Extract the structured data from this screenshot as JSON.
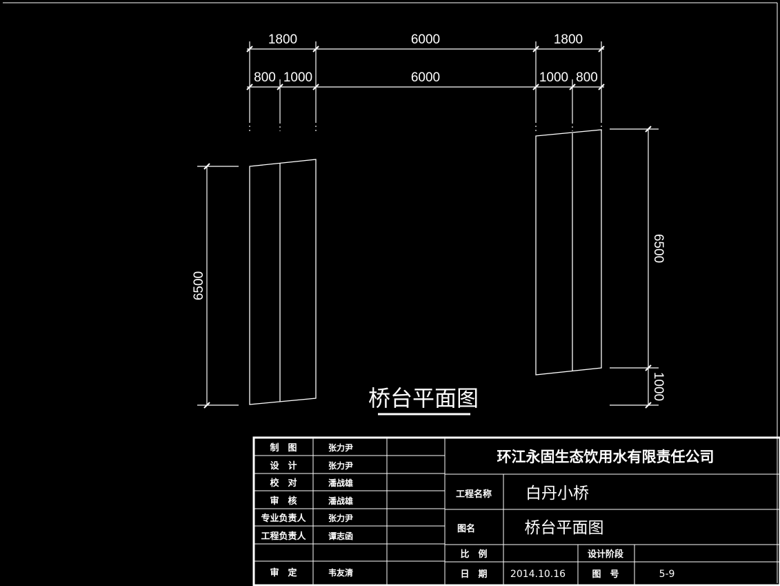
{
  "plan": {
    "top_dims": [
      "1800",
      "6000",
      "1800"
    ],
    "sub_dims": [
      "800",
      "1000",
      "6000",
      "1000",
      "800"
    ],
    "left_height": "6500",
    "right_height": "6500",
    "right_bottom": "1000",
    "title": "桥台平面图"
  },
  "title_block": {
    "rows": [
      {
        "role": "制　图",
        "name": "张力尹"
      },
      {
        "role": "设　计",
        "name": "张力尹"
      },
      {
        "role": "校　对",
        "name": "潘战雄"
      },
      {
        "role": "审　核",
        "name": "潘战雄"
      },
      {
        "role": "专业负责人",
        "name": "张力尹"
      },
      {
        "role": "工程负责人",
        "name": "谭志函"
      }
    ],
    "approve_role": "审　定",
    "approve_name": "韦友清",
    "company": "环江永固生态饮用水有限责任公司",
    "project_label": "工程名称",
    "project_name": "白丹小桥",
    "drawing_label": "图名",
    "drawing_name": "桥台平面图",
    "scale_label": "比　例",
    "stage_label": "设计阶段",
    "date_label": "日　期",
    "date": "2014.10.16",
    "number_label": "图　号",
    "number": "5-9"
  }
}
